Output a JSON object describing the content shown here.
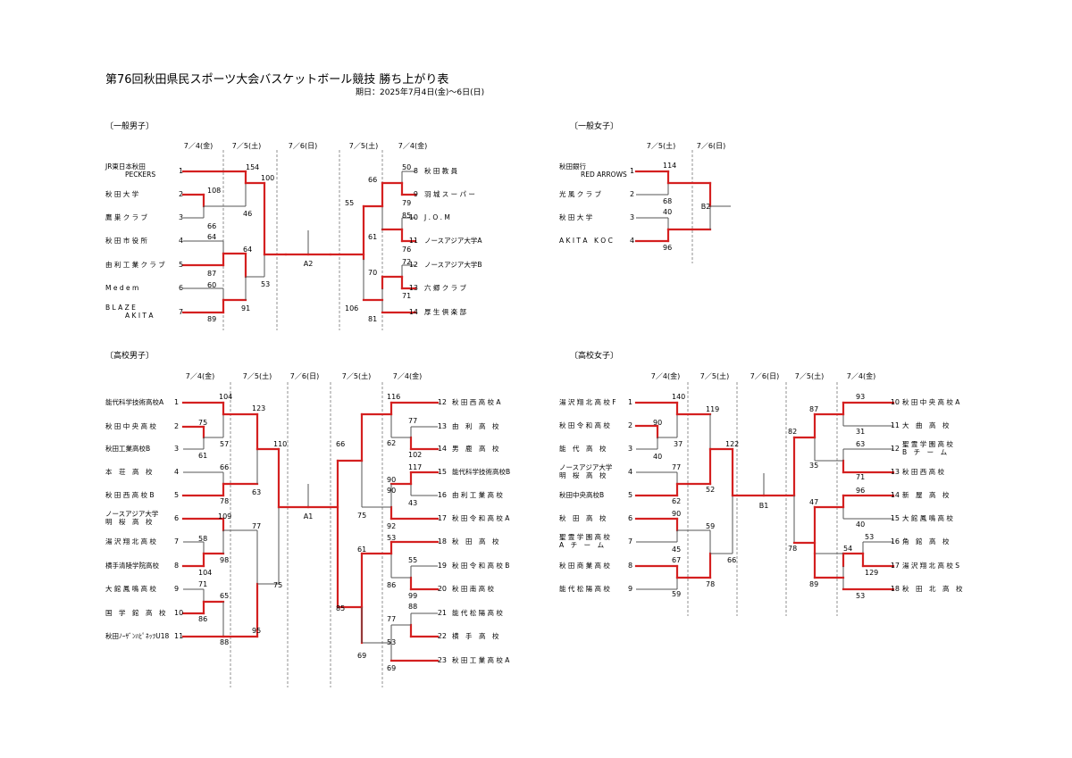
{
  "title": "第76回秋田県民スポーツ大会バスケットボール競技 勝ち上がり表",
  "period": "期日：2025年7月4日(金)～6日(日)",
  "colors": {
    "winner": "#d42020",
    "line": "#555555",
    "text": "#000000"
  },
  "sections": {
    "ippan_danshi": {
      "label": "〔一般男子〕",
      "dates": [
        "7／4(金)",
        "7／5(土)",
        "7／6(日)",
        "7／5(土)",
        "7／4(金)"
      ],
      "final_label": "A2",
      "teams": [
        {
          "name": "JR東日本秋田",
          "name2": "PECKERS",
          "no": "1"
        },
        {
          "name": "秋 田 大 学",
          "no": "2"
        },
        {
          "name": "鷹 巣 ク ラ ブ",
          "no": "3"
        },
        {
          "name": "秋 田 市 役 所",
          "no": "4"
        },
        {
          "name": "由 利 工 業 ク ラ ブ",
          "no": "5"
        },
        {
          "name": "M e d e m",
          "no": "6"
        },
        {
          "name": "B L A Z E",
          "name2": "A K I T A",
          "no": "7"
        },
        {
          "name": "秋 田 教 員",
          "no": "8"
        },
        {
          "name": "羽 城 ス ー パ ー",
          "no": "9"
        },
        {
          "name": "J . O . M",
          "no": "10"
        },
        {
          "name": "ノースアジア大学A",
          "no": "11"
        },
        {
          "name": "ノースアジア大学B",
          "no": "12"
        },
        {
          "name": "六 郷 ク ラ ブ",
          "no": "13"
        },
        {
          "name": "厚 生 倶 楽 部",
          "no": "14"
        }
      ],
      "scores": [
        "154",
        "108",
        "46",
        "66",
        "64",
        "87",
        "64",
        "60",
        "89",
        "91",
        "53",
        "100",
        "50",
        "79",
        "66",
        "85",
        "61",
        "76",
        "72",
        "71",
        "70",
        "81",
        "55",
        "106"
      ]
    },
    "ippan_joshi": {
      "label": "〔一般女子〕",
      "dates": [
        "7／5(土)",
        "7／6(日)"
      ],
      "final_label": "B2",
      "teams": [
        {
          "name": "秋田銀行",
          "name2": "RED ARROWS",
          "no": "1"
        },
        {
          "name": "光 風 ク ラ ブ",
          "no": "2"
        },
        {
          "name": "秋 田 大 学",
          "no": "3"
        },
        {
          "name": "A K I T A　K O C",
          "no": "4"
        }
      ],
      "scores": [
        "114",
        "68",
        "40",
        "96"
      ]
    },
    "koukou_danshi": {
      "label": "〔高校男子〕",
      "dates": [
        "7／4(金)",
        "7／5(土)",
        "7／6(日)",
        "7／5(土)",
        "7／4(金)"
      ],
      "final_label": "A1",
      "teams": [
        {
          "name": "能代科学技術高校A",
          "no": "1"
        },
        {
          "name": "秋 田 中 央 高 校",
          "no": "2"
        },
        {
          "name": "秋田工業高校B",
          "no": "3"
        },
        {
          "name": "本　荘　高　校",
          "no": "4"
        },
        {
          "name": "秋 田 西 高 校 B",
          "no": "5"
        },
        {
          "name": "ノースアジア大学",
          "name2": "明　桜　高　校",
          "no": "6"
        },
        {
          "name": "湯 沢 翔 北 高 校",
          "no": "7"
        },
        {
          "name": "横手清陵学院高校",
          "no": "8"
        },
        {
          "name": "大 館 鳳 鳴 高 校",
          "no": "9"
        },
        {
          "name": "国　学　館　高　校",
          "no": "10"
        },
        {
          "name": "秋田ﾉｰｻﾞﾝﾊﾋﾟﾈｯﾂU18",
          "no": "11"
        },
        {
          "name": "秋 田 西 高 校 A",
          "no": "12"
        },
        {
          "name": "由　利　高　校",
          "no": "13"
        },
        {
          "name": "男　鹿　高　校",
          "no": "14"
        },
        {
          "name": "能代科学技術高校B",
          "no": "15"
        },
        {
          "name": "由 利 工 業 高 校",
          "no": "16"
        },
        {
          "name": "秋 田 令 和 高 校 A",
          "no": "17"
        },
        {
          "name": "秋　田　高　校",
          "no": "18"
        },
        {
          "name": "秋 田 令 和 高 校 B",
          "no": "19"
        },
        {
          "name": "秋 田 南 高 校",
          "no": "20"
        },
        {
          "name": "能 代 松 陽 高 校",
          "no": "21"
        },
        {
          "name": "横　手　高　校",
          "no": "22"
        },
        {
          "name": "秋 田 工 業 高 校 A",
          "no": "23"
        }
      ],
      "scores": [
        "104",
        "75",
        "57",
        "61",
        "66",
        "78",
        "63",
        "123",
        "109",
        "58",
        "98",
        "104",
        "77",
        "71",
        "65",
        "86",
        "88",
        "95",
        "75",
        "110",
        "116",
        "77",
        "62",
        "102",
        "90",
        "117",
        "90",
        "43",
        "92",
        "75",
        "53",
        "55",
        "86",
        "99",
        "61",
        "69",
        "77",
        "88",
        "53",
        "69",
        "66",
        "85"
      ]
    },
    "koukou_joshi": {
      "label": "〔高校女子〕",
      "dates": [
        "7／4(金)",
        "7／5(土)",
        "7／6(日)",
        "7／5(土)",
        "7／4(金)"
      ],
      "final_label": "B1",
      "teams": [
        {
          "name": "湯 沢 翔 北 高 校 F",
          "no": "1"
        },
        {
          "name": "秋 田 令 和 高 校",
          "no": "2"
        },
        {
          "name": "能　代　高　校",
          "no": "3"
        },
        {
          "name": "ノースアジア大学",
          "name2": "明　桜　高　校",
          "no": "4"
        },
        {
          "name": "秋田中央高校B",
          "no": "5"
        },
        {
          "name": "秋　田　高　校",
          "no": "6"
        },
        {
          "name": "聖 霊 学 園 高 校",
          "name2": "A　チ　ー　ム",
          "no": "7"
        },
        {
          "name": "秋 田 商 業 高 校",
          "no": "8"
        },
        {
          "name": "能 代 松 陽 高 校",
          "no": "9"
        },
        {
          "name": "秋 田 中 央 高 校 A",
          "no": "10"
        },
        {
          "name": "大　曲　高　校",
          "no": "11"
        },
        {
          "name": "聖 霊 学 園 高 校",
          "name2": "B　チ　ー　ム",
          "no": "12"
        },
        {
          "name": "秋 田 西 高 校",
          "no": "13"
        },
        {
          "name": "新　屋　高　校",
          "no": "14"
        },
        {
          "name": "大 館 鳳 鳴 高 校",
          "no": "15"
        },
        {
          "name": "角　館　高　校",
          "no": "16"
        },
        {
          "name": "湯 沢 翔 北 高 校 S",
          "no": "17"
        },
        {
          "name": "秋　田　北　高　校",
          "no": "18"
        }
      ],
      "scores": [
        "140",
        "90",
        "37",
        "40",
        "119",
        "77",
        "52",
        "62",
        "122",
        "90",
        "59",
        "45",
        "67",
        "66",
        "78",
        "59",
        "93",
        "31",
        "87",
        "63",
        "71",
        "35",
        "82",
        "96",
        "40",
        "47",
        "53",
        "129",
        "54",
        "53",
        "78",
        "89"
      ]
    }
  }
}
